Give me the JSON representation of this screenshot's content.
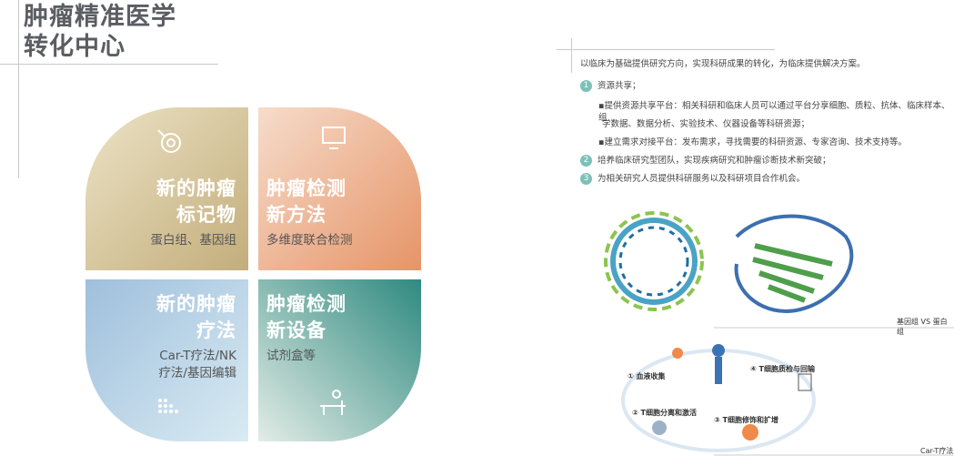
{
  "title": {
    "line1": "肿瘤精准医学",
    "line2": "转化中心"
  },
  "petals": {
    "top_left": {
      "line1": "新的肿瘤",
      "line2": "标记物",
      "sub": "蛋白组、基因组",
      "icon": "target-icon",
      "color": "#cdbb8e"
    },
    "top_right": {
      "line1": "肿瘤检测",
      "line2": "新方法",
      "sub": "多维度联合检测",
      "icon": "monitor-icon",
      "color": "#eda57e"
    },
    "bottom_left": {
      "line1": "新的肿瘤",
      "line2": "疗法",
      "sub1": "Car-T疗法/NK",
      "sub2": "疗法/基因编辑",
      "icon": "dots-grid-icon",
      "color": "#a9c8e2"
    },
    "bottom_right": {
      "line1": "肿瘤检测",
      "line2": "新设备",
      "sub": "试剂盒等",
      "icon": "lab-worker-icon",
      "color": "#4ea095"
    }
  },
  "right": {
    "intro": "以临床为基础提供研究方向，实现科研成果的转化，为临床提供解决方案。",
    "items": [
      {
        "num": "1",
        "text": "资源共享；"
      },
      {
        "num": "",
        "text": "▪提供资源共享平台：相关科研和临床人员可以通过平台分享细胞、质粒、抗体、临床样本、组"
      },
      {
        "num": "",
        "text": "学数据、数据分析、实验技术、仪器设备等科研资源；"
      },
      {
        "num": "",
        "text": "▪建立需求对接平台：发布需求，寻找需要的科研资源、专家咨询、技术支持等。"
      },
      {
        "num": "2",
        "text": "培养临床研究型团队，实现疾病研究和肿瘤诊断技术新突破；"
      },
      {
        "num": "3",
        "text": "为相关研究人员提供科研服务以及科研项目合作机会。"
      }
    ],
    "caption1": "基因组 VS 蛋白组",
    "caption2": "Car-T疗法",
    "steps": [
      "① 血液收集",
      "② T细胞分离和激活",
      "③ T细胞修饰和扩增",
      "④ T细胞质检与回输"
    ]
  }
}
